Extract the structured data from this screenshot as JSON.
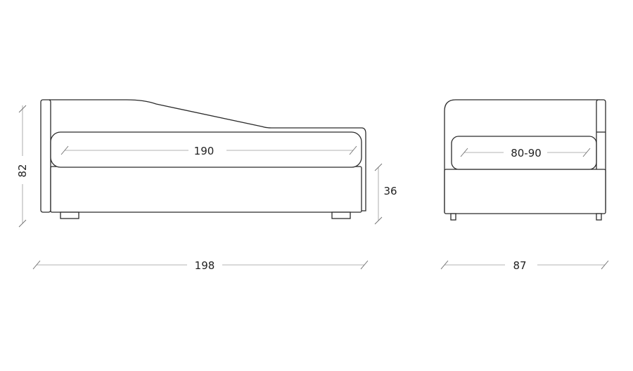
{
  "dimensions": {
    "side_length": "198",
    "side_height": "82",
    "seat_length": "190",
    "base_height": "36",
    "front_width": "87",
    "seat_depth": "80-90"
  }
}
